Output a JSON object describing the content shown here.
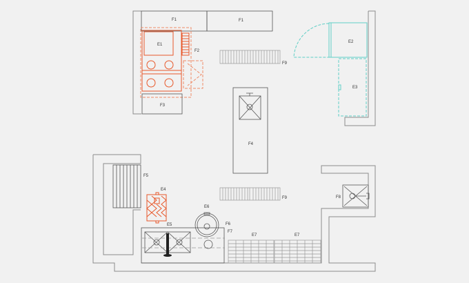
{
  "labels": {
    "f1_a": "F1",
    "f1_b": "F1",
    "e1": "E1",
    "f2": "F2",
    "f3": "F3",
    "f9_top": "F9",
    "e2": "E2",
    "e3": "E3",
    "f4": "F4",
    "f5": "F5",
    "e4": "E4",
    "e6": "E6",
    "e5": "E5",
    "f6": "F6",
    "f7": "F7",
    "e7_a": "E7",
    "e7_b": "E7",
    "f9_bottom": "F9",
    "f8": "F8"
  },
  "colors": {
    "background": "#f1f1f1",
    "orange_equipment": "#e8582a",
    "cyan_equipment": "#5fcfc6",
    "walls": "#8a8a8a"
  }
}
